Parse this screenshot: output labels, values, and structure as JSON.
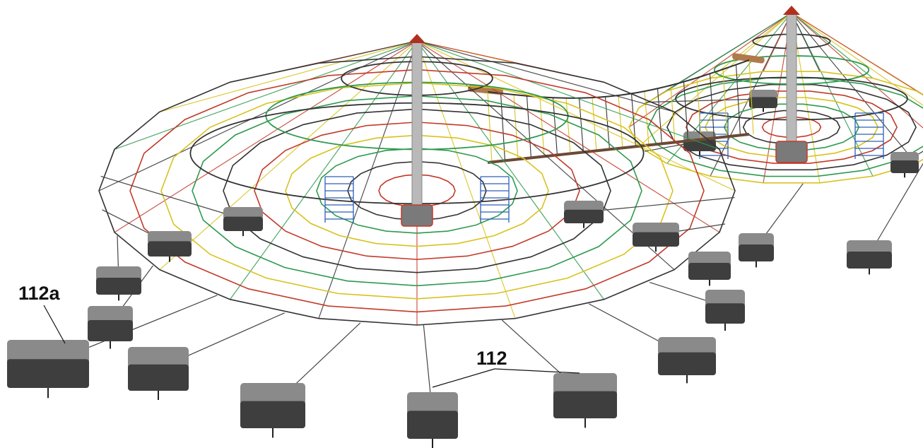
{
  "labels": {
    "anchor_corner": "112a",
    "anchor_group": "112"
  },
  "colors": {
    "background": "#ffffff",
    "mast": "#b9b9b9",
    "mast_cap": "#b03020",
    "anchor_block_top": "#8a8a8a",
    "anchor_block_front": "#3e3e3e",
    "rope_yellow": "#d8c21e",
    "rope_red": "#c23a2a",
    "rope_green": "#2e9a4e",
    "rope_black": "#333333",
    "rope_blue": "#2d5fb8",
    "rope_cyan": "#35b6c8",
    "bridge_board": "#b07a4a"
  },
  "components": {
    "masts": 2,
    "bridge": 1
  }
}
